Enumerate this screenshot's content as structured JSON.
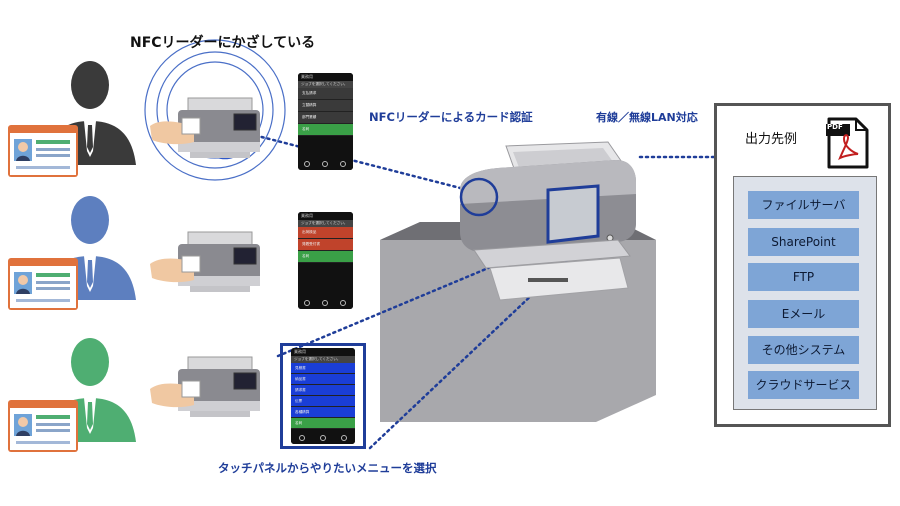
{
  "labels": {
    "nfc_hold": "NFCリーダーにかざしている",
    "nfc_auth": "NFCリーダーによるカード認証",
    "lan": "有線／無線LAN対応",
    "touch_select": "タッチパネルからやりたいメニューを選択",
    "output_title": "出力先例",
    "pdf": "PDF"
  },
  "outputs": [
    "ファイルサーバ",
    "SharePoint",
    "FTP",
    "Eメール",
    "その他システム",
    "クラウドサービス"
  ],
  "phones": [
    {
      "header": "業務用",
      "sub": "ジョブを選択してください。",
      "items": [
        "支払請求",
        "立替精算",
        "部門業績",
        "名刺"
      ]
    },
    {
      "header": "業務用",
      "sub": "ジョブを選択してください。",
      "items": [
        "出荷検品",
        "発着受付書",
        "名刺"
      ]
    },
    {
      "header": "業務用",
      "sub": "ジョブを選択してください。",
      "items": [
        "見積書",
        "納品書",
        "請求書",
        "伝票",
        "各種精算",
        "名刺"
      ]
    }
  ],
  "colors": {
    "person_1": "#3a3a3a",
    "person_2": "#5d7fbf",
    "person_3": "#4fae72",
    "accent_blue": "#1f3d99",
    "output_item": "#7ea5d6",
    "output_panel": "#dde2ea",
    "card_header": "#e0723c",
    "phone_green": "#3aa047",
    "phone_red": "#c0432b",
    "phone_blue": "#1a3ed6"
  }
}
